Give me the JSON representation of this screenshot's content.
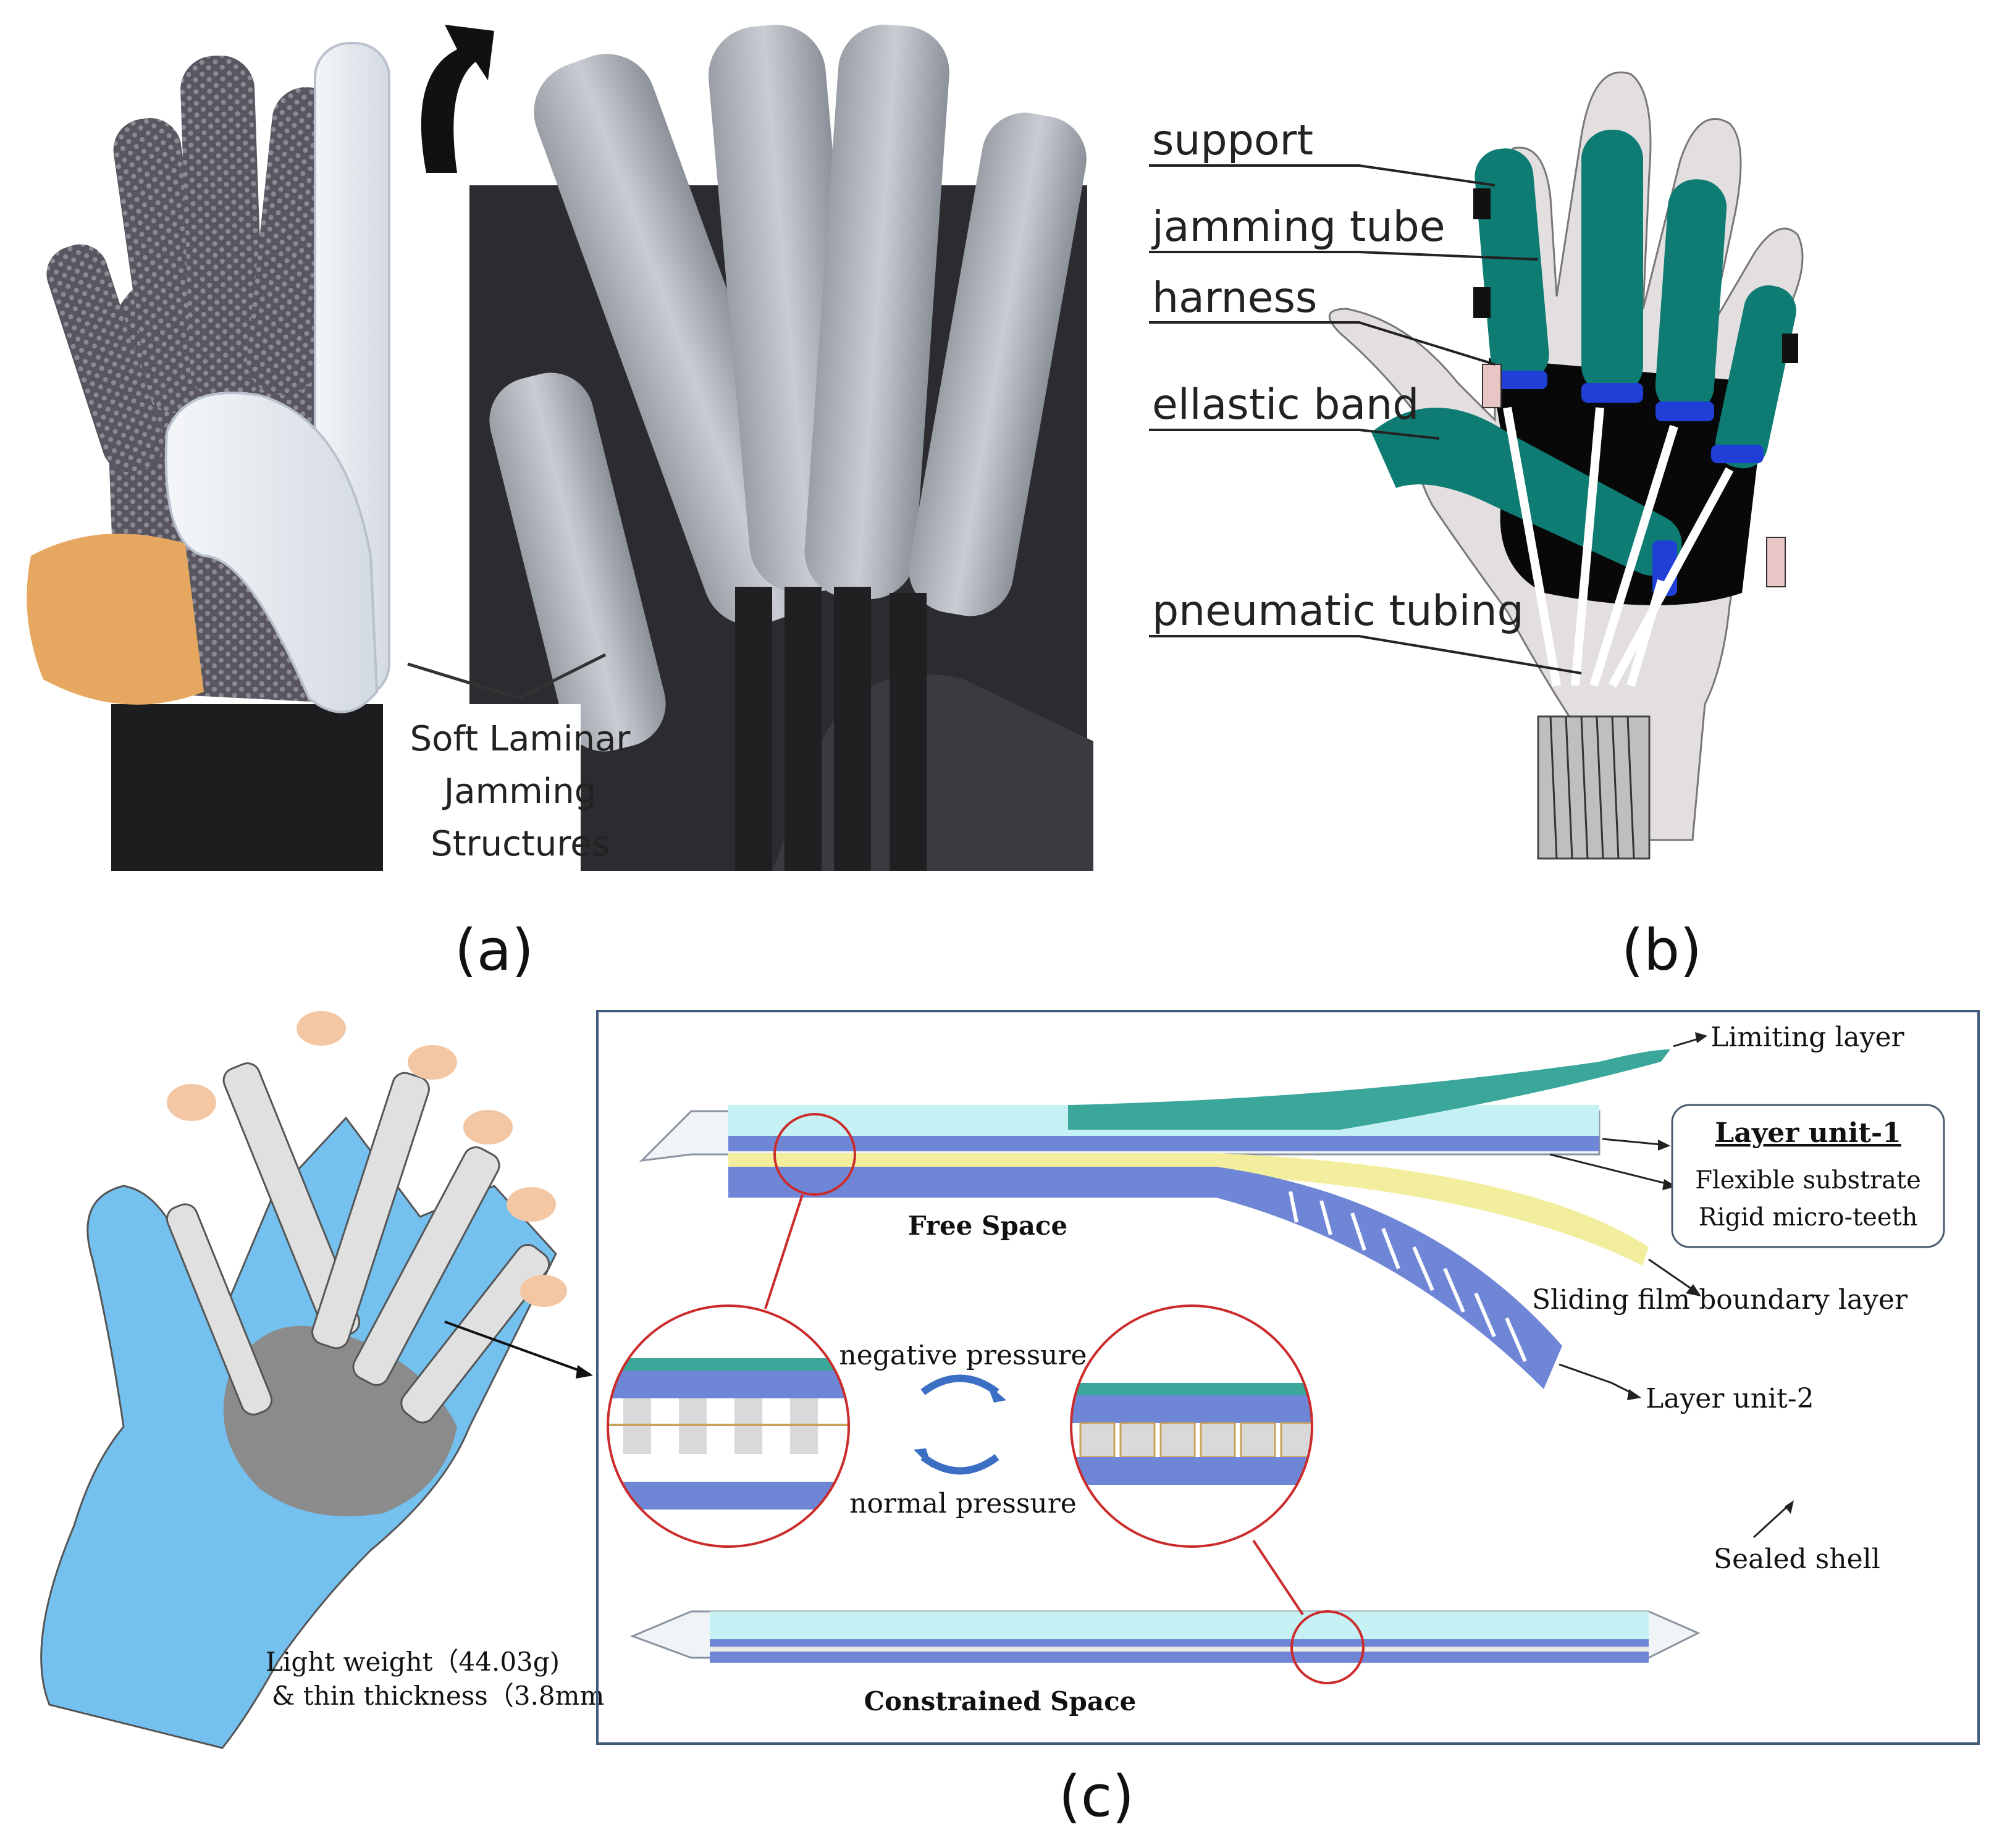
{
  "panel_a": {
    "caption": "(a)",
    "callout_line1": "Soft Laminar",
    "callout_line2": "Jamming",
    "callout_line3": "Structures"
  },
  "panel_b": {
    "caption": "(b)",
    "labels": {
      "support": "support",
      "jamming_tube": "jamming tube",
      "harness": "harness",
      "elastic_band": "ellastic band",
      "pneumatic_tubing": "pneumatic tubing"
    }
  },
  "panel_c": {
    "caption": "(c)",
    "glove_note_line1": "Light weight（44.03g)",
    "glove_note_line2": "& thin thickness（3.8mm)",
    "limiting_layer": "Limiting layer",
    "layer_unit_1_title": "Layer unit-1",
    "flexible_substrate": "Flexible substrate",
    "rigid_micro_teeth": "Rigid micro-teeth",
    "free_space": "Free Space",
    "sliding_film": "Sliding film boundary layer",
    "negative_pressure": "negative pressure",
    "normal_pressure": "normal pressure",
    "layer_unit_2": "Layer unit-2",
    "sealed_shell": "Sealed shell",
    "constrained_space": "Constrained Space"
  },
  "colors": {
    "teal": "#0e7c73",
    "blue_band": "#1f3fd6",
    "glove_blue": "#74c0ee",
    "gray_pad": "#8b8b8b",
    "light_cyan": "#c6f1f4",
    "layer_blue": "#6f86d6",
    "film_yellow": "#f2ee9e",
    "limit_green": "#3aa79a",
    "circle_red": "#cc2b2b",
    "arrow_blue": "#3b6fc4"
  }
}
